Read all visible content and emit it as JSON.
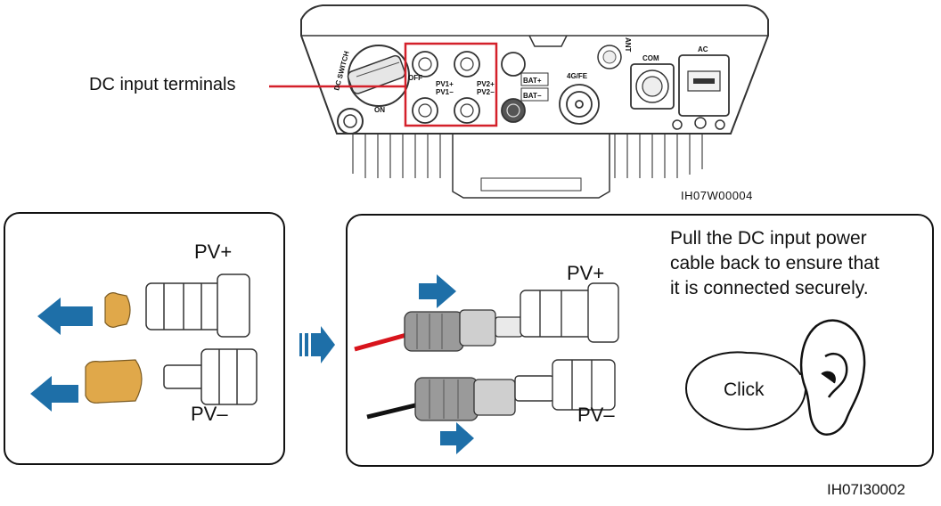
{
  "callout": {
    "label": "DC input terminals",
    "color": "#d4202a"
  },
  "inverter": {
    "code": "IH07W00004",
    "labels": {
      "dc_switch": "DC SWITCH",
      "off": "OFF",
      "on": "ON",
      "pv1p": "PV1+",
      "pv1m": "PV1−",
      "pv2p": "PV2+",
      "pv2m": "PV2−",
      "bat_p": "BAT+",
      "bat_m": "BAT−",
      "fe": "4G/FE",
      "ant": "ANT",
      "com": "COM",
      "ac": "AC"
    }
  },
  "left_panel": {
    "pv_plus": "PV+",
    "pv_minus": "PV–"
  },
  "right_panel": {
    "pv_plus": "PV+",
    "pv_minus": "PV–",
    "instruction_lines": [
      "Pull the DC input power",
      "cable back to ensure that",
      "it is connected securely."
    ],
    "bubble_text": "Click"
  },
  "figure_code": "IH07I30002",
  "colors": {
    "arrow": "#1e6fa8",
    "cap": "#e0a84a",
    "red_cable": "#d8141c",
    "black_cable": "#111111"
  }
}
